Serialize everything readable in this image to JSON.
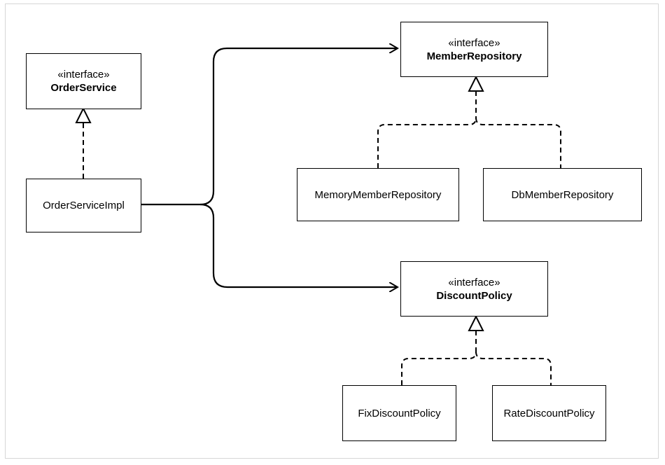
{
  "diagram": {
    "stereotype": "«interface»",
    "interfaces": {
      "order_service": "OrderService",
      "member_repository": "MemberRepository",
      "discount_policy": "DiscountPolicy"
    },
    "classes": {
      "order_service_impl": "OrderServiceImpl",
      "memory_member_repository": "MemoryMemberRepository",
      "db_member_repository": "DbMemberRepository",
      "fix_discount_policy": "FixDiscountPolicy",
      "rate_discount_policy": "RateDiscountPolicy"
    }
  }
}
